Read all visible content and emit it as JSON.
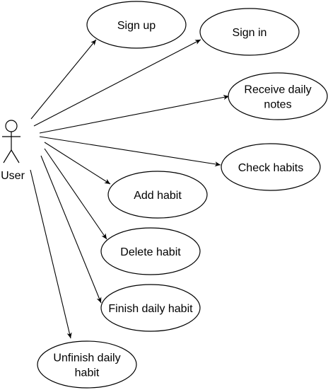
{
  "diagram": {
    "type": "use-case",
    "actor": {
      "name": "User"
    },
    "use_cases": [
      {
        "id": "signup",
        "label": [
          "Sign up"
        ]
      },
      {
        "id": "signin",
        "label": [
          "Sign in"
        ]
      },
      {
        "id": "notes",
        "label": [
          "Receive daily",
          "notes"
        ]
      },
      {
        "id": "check",
        "label": [
          "Check habits"
        ]
      },
      {
        "id": "add",
        "label": [
          "Add habit"
        ]
      },
      {
        "id": "delete",
        "label": [
          "Delete habit"
        ]
      },
      {
        "id": "finish",
        "label": [
          "Finish daily habit"
        ]
      },
      {
        "id": "unfinish",
        "label": [
          "Unfinish daily",
          "habit"
        ]
      }
    ],
    "associations": [
      {
        "from": "actor",
        "to": "signup"
      },
      {
        "from": "actor",
        "to": "signin"
      },
      {
        "from": "actor",
        "to": "notes"
      },
      {
        "from": "actor",
        "to": "check"
      },
      {
        "from": "actor",
        "to": "add"
      },
      {
        "from": "actor",
        "to": "delete"
      },
      {
        "from": "actor",
        "to": "finish"
      },
      {
        "from": "actor",
        "to": "unfinish"
      }
    ],
    "colors": {
      "stroke": "#000000",
      "fill": "#ffffff",
      "text": "#000000"
    }
  }
}
